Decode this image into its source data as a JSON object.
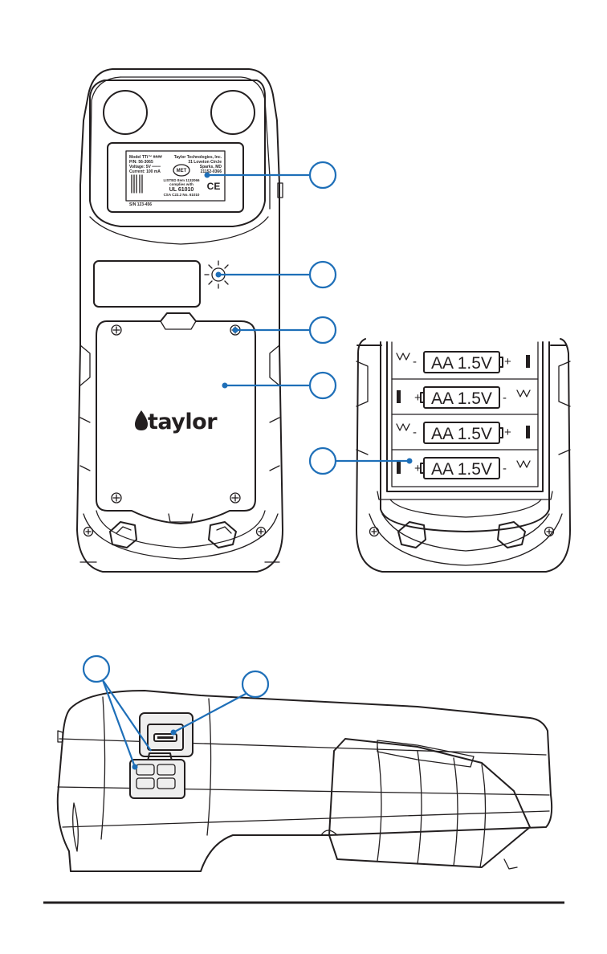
{
  "label": {
    "line1": "Model TTi™ ####",
    "line2": "P/N: 56-3065",
    "line3": "Voltage: 5V ═══",
    "line4": "Current: 100 mA",
    "company": "Taylor Technologies, Inc.",
    "address1": "31 Loveton Circle",
    "address2": "Sparks, MD",
    "address3": "21152-0366",
    "cert1": "LISTED Item 1132066",
    "cert2": "complies with",
    "cert3": "UL 61010",
    "cert4": "CSA C22.2 No. 61010",
    "serial": "S/N 123-456",
    "met_mark": "MET",
    "ce_mark": "CE"
  },
  "brand": {
    "logo_text": "taylor"
  },
  "batteries": [
    {
      "text": "AA 1.5V",
      "left_sign": "-",
      "right_sign": "+"
    },
    {
      "text": "AA 1.5V",
      "left_sign": "+",
      "right_sign": "-"
    },
    {
      "text": "AA 1.5V",
      "left_sign": "-",
      "right_sign": "+"
    },
    {
      "text": "AA 1.5V",
      "left_sign": "+",
      "right_sign": "-"
    }
  ],
  "colors": {
    "callout": "#1e6fb8",
    "outline": "#231f20"
  }
}
